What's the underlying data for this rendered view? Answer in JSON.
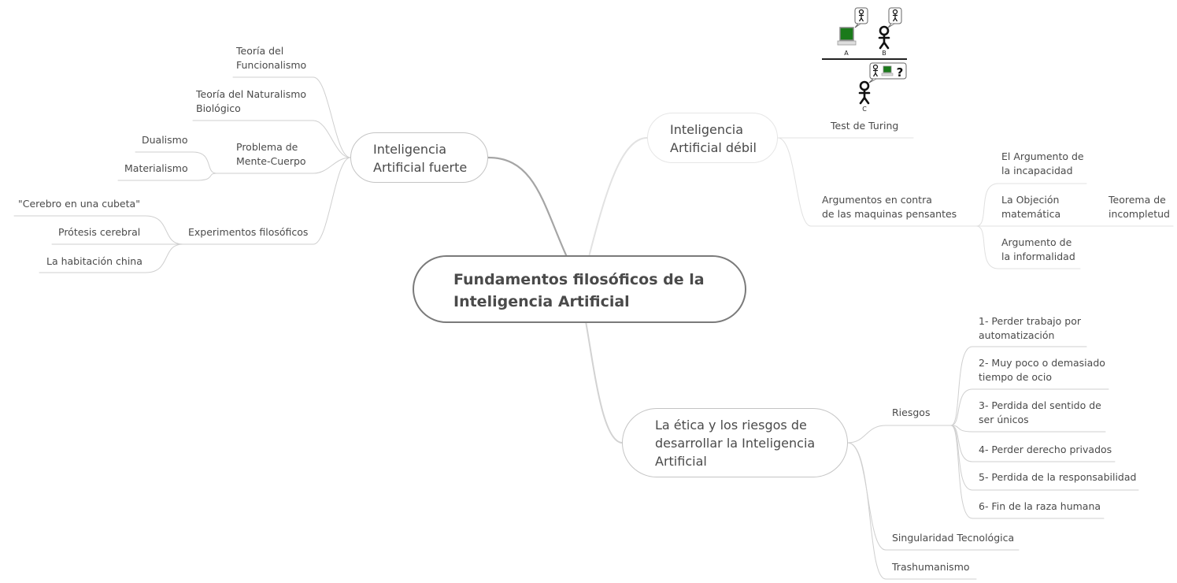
{
  "root": {
    "title": "Fundamentos filosóficos de la\nInteligencia Artificial"
  },
  "left": {
    "topic": "Inteligencia\nArtificial fuerte",
    "items": {
      "funcionalismo": "Teoría del\nFuncionalismo",
      "naturalismo": "Teoría del Naturalismo\nBiológico",
      "mente_cuerpo": "Problema de\nMente-Cuerpo",
      "dualismo": "Dualismo",
      "materialismo": "Materialismo",
      "experimentos": "Experimentos filosóficos",
      "cerebro": "\"Cerebro en una cubeta\"",
      "protesis": "Prótesis cerebral",
      "habitacion": "La habitación china"
    }
  },
  "right_top": {
    "topic": "Inteligencia\nArtificial débil",
    "turing": {
      "label": "Test de Turing",
      "image_labels": {
        "a": "A",
        "b": "B",
        "c": "C",
        "question": "?"
      },
      "colors": {
        "screen": "#1a7a1a",
        "figure": "#111111"
      }
    },
    "argumentos": "Argumentos en contra\nde las maquinas pensantes",
    "incapacidad": "El Argumento de\nla incapacidad",
    "objecion": "La Objeción\nmatemática",
    "teorema": "Teorema de\nincompletud",
    "informalidad": "Argumento de\nla informalidad"
  },
  "right_bottom": {
    "topic": "La ética y los riesgos de\ndesarrollar la Inteligencia\nArtificial",
    "riesgos": "Riesgos",
    "riesgo_items": [
      "1- Perder trabajo por\nautomatización",
      "2- Muy poco o demasiado\ntiempo de ocio",
      "3- Perdida del sentido de\nser únicos",
      "4- Perder derecho privados",
      "5- Perdida de la responsabilidad",
      "6- Fin de la raza humana"
    ],
    "singularidad": "Singularidad Tecnológica",
    "trashumanismo": "Trashumanismo"
  },
  "colors": {
    "branch_dark": "#8a8a8a",
    "branch_light": "#d9d9d9",
    "leaf_line": "#cfcfcf"
  }
}
